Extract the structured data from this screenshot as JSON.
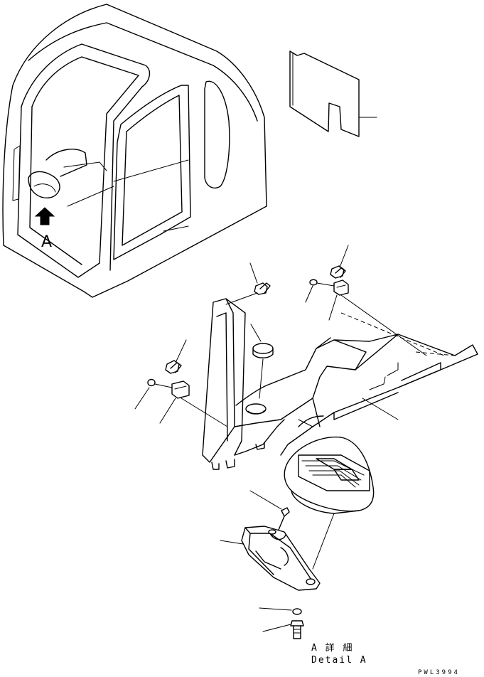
{
  "view_label": "A",
  "detail": {
    "label_jp": "A 詳 細",
    "label_en": "Detail A"
  },
  "drawing_code": "PWL3994"
}
